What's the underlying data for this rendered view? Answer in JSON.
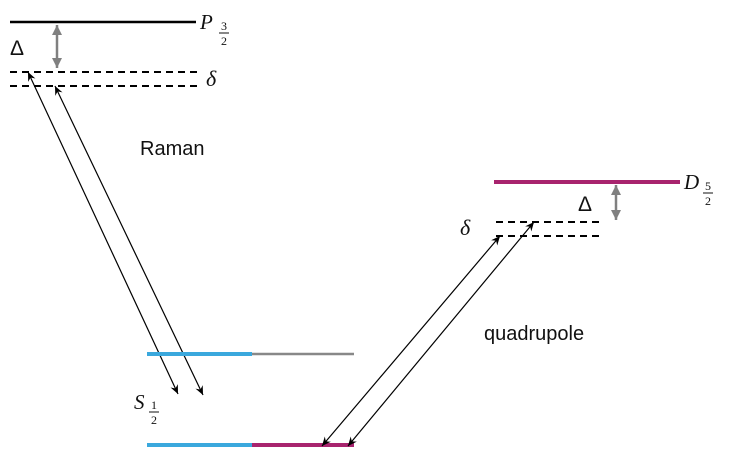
{
  "labels": {
    "raman": "Raman",
    "quadrupole": "quadrupole",
    "delta_upper": "Δ",
    "detuning_upper": "δ",
    "delta_right": "Δ",
    "detuning_right": "δ"
  },
  "levels": {
    "p": {
      "symbol": "P",
      "numerator": "3",
      "denominator": "2"
    },
    "d": {
      "symbol": "D",
      "numerator": "5",
      "denominator": "2"
    },
    "s": {
      "symbol": "S",
      "numerator": "1",
      "denominator": "2"
    }
  },
  "colors": {
    "line": "#000000",
    "gray_arrow": "#808080",
    "blue": "#3aa8dd",
    "magenta": "#a8246e",
    "gray_level": "#888888"
  }
}
